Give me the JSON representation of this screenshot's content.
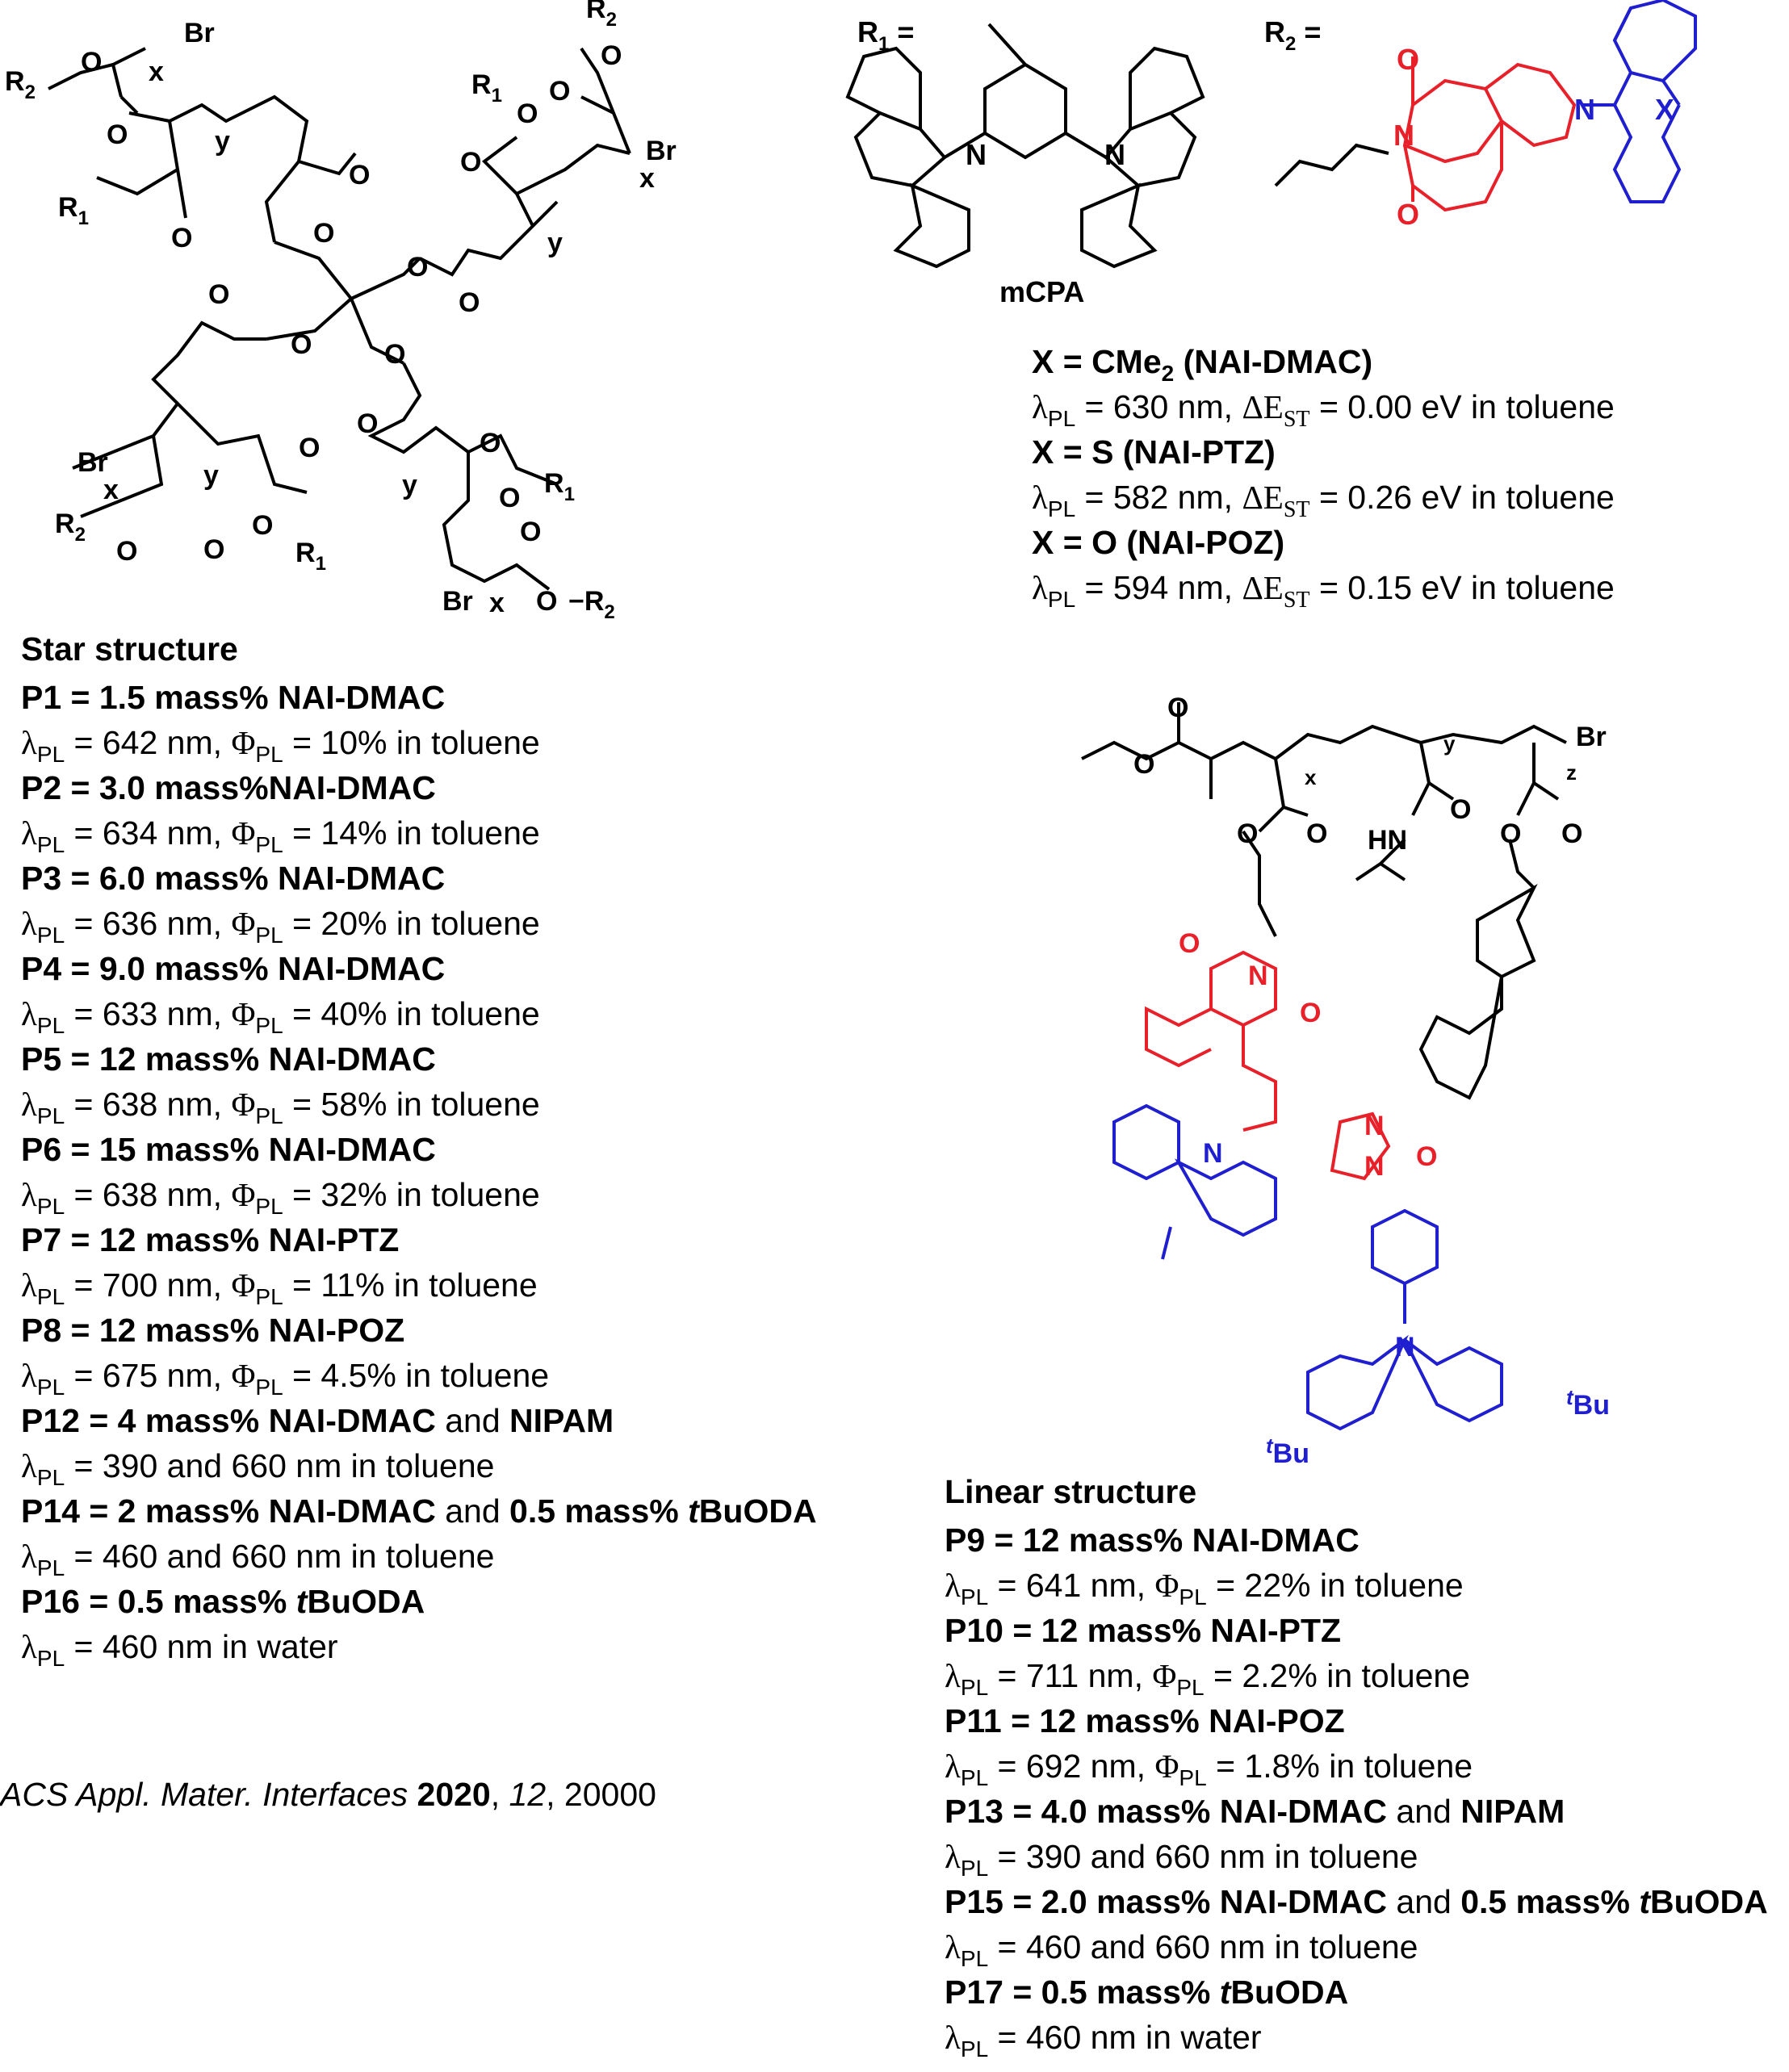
{
  "labels": {
    "r1_eq": "R",
    "r1_sub": "1",
    "r2_eq": "R",
    "r2_sub": "2",
    "equals": "=",
    "mcpa": "mCPA",
    "br": "Br",
    "x": "x",
    "y": "y",
    "z": "z",
    "o": "O",
    "n": "N",
    "X": "X",
    "hn": "HN",
    "tbu_t": "t",
    "tbu": "Bu"
  },
  "colors": {
    "red": "#e8202a",
    "blue": "#1f1fd0",
    "black": "#000000"
  },
  "nai_block": {
    "lines": [
      {
        "name": "X = CMe",
        "sub": "2",
        "tail": " (NAI-DMAC)"
      },
      {
        "lam": "630 nm",
        "est": "0.00 eV",
        "suffix": " in toluene"
      },
      {
        "name": "X = S (NAI-PTZ)"
      },
      {
        "lam": "582 nm",
        "est": "0.26 eV",
        "suffix": " in toluene"
      },
      {
        "name": "X = O (NAI-POZ)"
      },
      {
        "lam": "594 nm",
        "est": "0.15 eV",
        "suffix": " in toluene"
      }
    ]
  },
  "star": {
    "heading": "Star structure",
    "entries": [
      {
        "label": "P1 = 1.5 mass% NAI-DMAC",
        "lam": "642 nm",
        "phi": "10%",
        "solvent": "in toluene"
      },
      {
        "label": "P2 = 3.0 mass%NAI-DMAC",
        "lam": "634 nm",
        "phi": "14%",
        "solvent": "in toluene"
      },
      {
        "label": "P3 = 6.0 mass% NAI-DMAC",
        "lam": "636 nm",
        "phi": "20%",
        "solvent": "in toluene"
      },
      {
        "label": "P4 = 9.0 mass% NAI-DMAC",
        "lam": "633 nm",
        "phi": "40%",
        "solvent": "in toluene"
      },
      {
        "label": "P5 = 12 mass% NAI-DMAC",
        "lam": "638 nm",
        "phi": "58%",
        "solvent": "in toluene"
      },
      {
        "label": "P6 = 15 mass% NAI-DMAC",
        "lam": "638 nm",
        "phi": "32%",
        "solvent": "in toluene"
      },
      {
        "label": "P7 = 12 mass% NAI-PTZ",
        "lam": "700 nm",
        "phi": "11%",
        "solvent": "in toluene"
      },
      {
        "label": "P8 = 12 mass% NAI-POZ",
        "lam": "675 nm",
        "phi": "4.5%",
        "solvent": "in toluene"
      }
    ],
    "extra": [
      {
        "bold1": "P12 = 4 mass% NAI-DMAC",
        "plain": " and ",
        "bold2": "NIPAM",
        "lam": " 390 and 660 nm  in toluene"
      },
      {
        "bold1": "P14 = 2 mass% NAI-DMAC",
        "plain": " and ",
        "bold2": "0.5 mass% ",
        "it": "t",
        "bold3": "BuODA",
        "lam": " 460 and 660 nm  in toluene"
      },
      {
        "bold1": "P16 = 0.5 mass% ",
        "it": "t",
        "bold3": "BuODA",
        "lam": "460 nm in water"
      }
    ]
  },
  "linear": {
    "heading": "Linear structure",
    "entries": [
      {
        "label": "P9 = 12 mass% NAI-DMAC",
        "lam": "641 nm",
        "phi": "22%",
        "solvent": "in toluene"
      },
      {
        "label": "P10 = 12 mass% NAI-PTZ",
        "lam": "711 nm",
        "phi": "2.2%",
        "solvent": "in toluene"
      },
      {
        "label": "P11 = 12 mass% NAI-POZ",
        "lam": "692 nm",
        "phi": "1.8%",
        "solvent": "in toluene"
      }
    ],
    "extra": [
      {
        "bold1": "P13 =  4.0 mass% NAI-DMAC",
        "plain": " and ",
        "bold2": "NIPAM",
        "lam": "390 and 660 nm in toluene"
      },
      {
        "bold1": "P15 = 2.0 mass% NAI-DMAC",
        "plain": " and ",
        "bold2": "0.5 mass% ",
        "it": "t",
        "bold3": "BuODA",
        "lam": "460 and 660 nm in  toluene"
      },
      {
        "bold1": "P17 = 0.5 mass% ",
        "it": "t",
        "bold3": "BuODA",
        "lam": "460 nm in water"
      }
    ]
  },
  "sym": {
    "lambda": "λ",
    "pl": "PL",
    "phi": "Φ",
    "delta_e": "ΔE",
    "st": "ST"
  },
  "citation": {
    "journal": "ACS Appl. Mater. Interfaces ",
    "year": "2020",
    "sep": ", ",
    "vol": "12",
    "pages": ", 20000"
  }
}
